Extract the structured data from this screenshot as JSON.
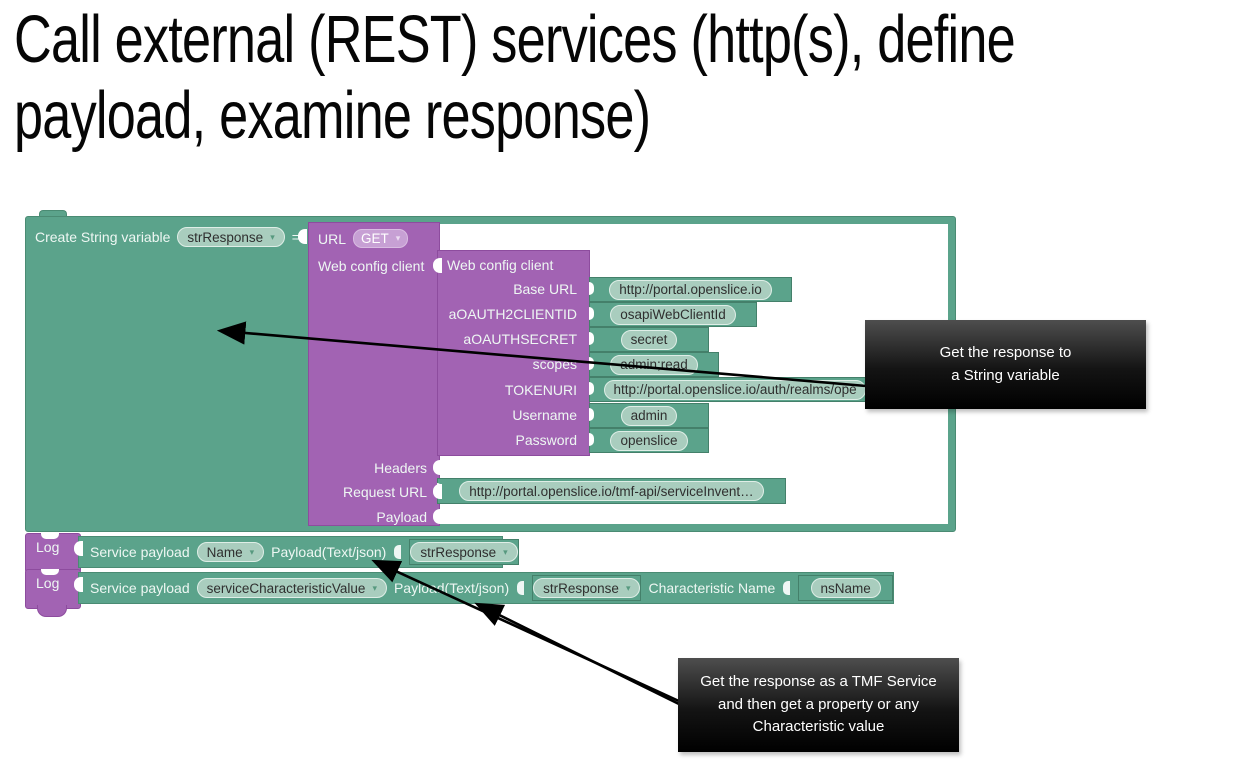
{
  "title": {
    "line1": "Call external (REST) services (http(s), define",
    "line2": "payload, examine response)"
  },
  "blocks": {
    "create_variable": {
      "label": "Create String variable",
      "variable": "strResponse",
      "operator": "="
    },
    "url_block": {
      "label": "URL",
      "method": "GET",
      "web_config_input": "Web config client",
      "headers_input": "Headers",
      "request_url_input": "Request URL",
      "payload_input": "Payload",
      "request_url_value": "http://portal.openslice.io/tmf-api/serviceInvent…"
    },
    "web_config": {
      "title": "Web config client",
      "fields": [
        {
          "label": "Base URL",
          "value": "http://portal.openslice.io"
        },
        {
          "label": "aOAUTH2CLIENTID",
          "value": "osapiWebClientId"
        },
        {
          "label": "aOAUTHSECRET",
          "value": "secret"
        },
        {
          "label": "scopes",
          "value": "admin;read"
        },
        {
          "label": "TOKENURI",
          "value": "http://portal.openslice.io/auth/realms/ope"
        },
        {
          "label": "Username",
          "value": "admin"
        },
        {
          "label": "Password",
          "value": "openslice"
        }
      ]
    },
    "logs": [
      {
        "label": "Log",
        "text1": "Service payload",
        "dropdown": "Name",
        "text2": "Payload(Text/json)",
        "value": "strResponse"
      },
      {
        "label": "Log",
        "text1": "Service payload",
        "dropdown": "serviceCharacteristicValue",
        "text2": "Payload(Text/json)",
        "value": "strResponse",
        "text3": "Characteristic Name",
        "value2": "nsName"
      }
    ]
  },
  "callouts": [
    {
      "text": "Get the response to\na String variable"
    },
    {
      "text": "Get the response as a TMF Service\nand then get a property or any\nCharacteristic value"
    }
  ],
  "colors": {
    "teal": "#5ba38b",
    "teal_border": "#44806a",
    "teal_field": "#a9cdbe",
    "purple": "#a263b3",
    "purple_border": "#8d4c9e",
    "purple_field": "#c7a0d4",
    "callout_top": "#4e4e4e",
    "callout_bottom": "#000000",
    "arrow": "#000000"
  }
}
